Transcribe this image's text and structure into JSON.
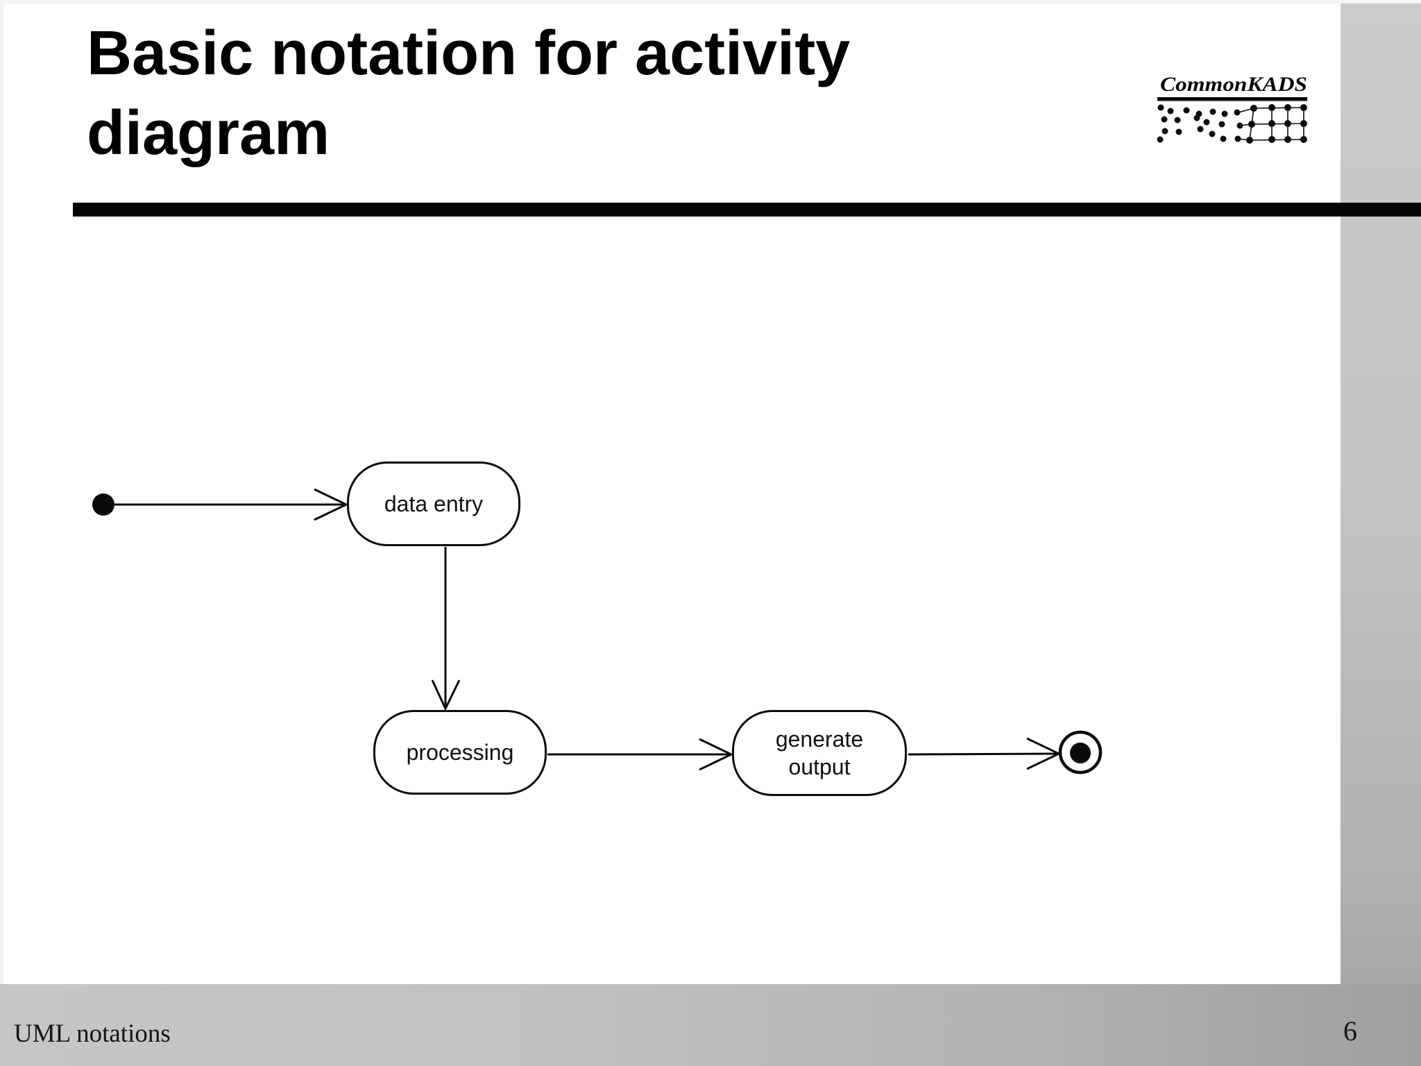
{
  "slide": {
    "title": "Basic notation for activity diagram",
    "title_lines": [
      "Basic notation for activity",
      "diagram"
    ]
  },
  "logo": {
    "name": "CommonKADS"
  },
  "diagram": {
    "type": "uml-activity-diagram",
    "nodes": {
      "initial": {
        "kind": "initial-state",
        "shape": "filled-circle"
      },
      "data_entry": {
        "kind": "activity",
        "label": "data entry"
      },
      "processing": {
        "kind": "activity",
        "label": "processing"
      },
      "generate_output": {
        "kind": "activity",
        "label": "generate output",
        "line1": "generate",
        "line2": "output"
      },
      "final": {
        "kind": "final-state",
        "shape": "bullseye-circle"
      }
    },
    "flow": [
      "initial -> data entry",
      "data entry -> processing",
      "processing -> generate output",
      "generate output -> final"
    ]
  },
  "footer": {
    "label": "UML notations",
    "page_number": "6"
  },
  "colors": {
    "ink": "#000000",
    "slide_bg": "#ffffff",
    "band_light": "#c7c7c7",
    "band_dark": "#9f9f9f"
  }
}
